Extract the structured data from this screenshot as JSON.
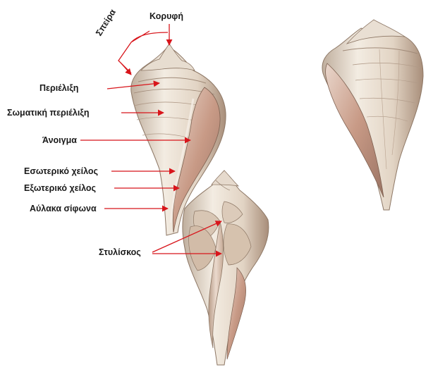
{
  "labels": {
    "apex": "Κορυφή",
    "spire": "Σπείρα",
    "whorl": "Περιέλιξη",
    "body_whorl": "Σωματική περιέλιξη",
    "aperture": "Άνοιγμα",
    "inner_lip": "Εσωτερικό χείλος",
    "outer_lip": "Εξωτερικό χείλος",
    "siphonal_canal": "Αύλακα σίφωνα",
    "columella": "Στυλίσκος"
  },
  "colors": {
    "pointer": "#d8151b",
    "label_text": "#1a1a1a",
    "shell_light": "#efe6da",
    "shell_mid": "#d9c7b3",
    "shell_dark": "#a98d78",
    "aperture_pink": "#c79a86"
  }
}
